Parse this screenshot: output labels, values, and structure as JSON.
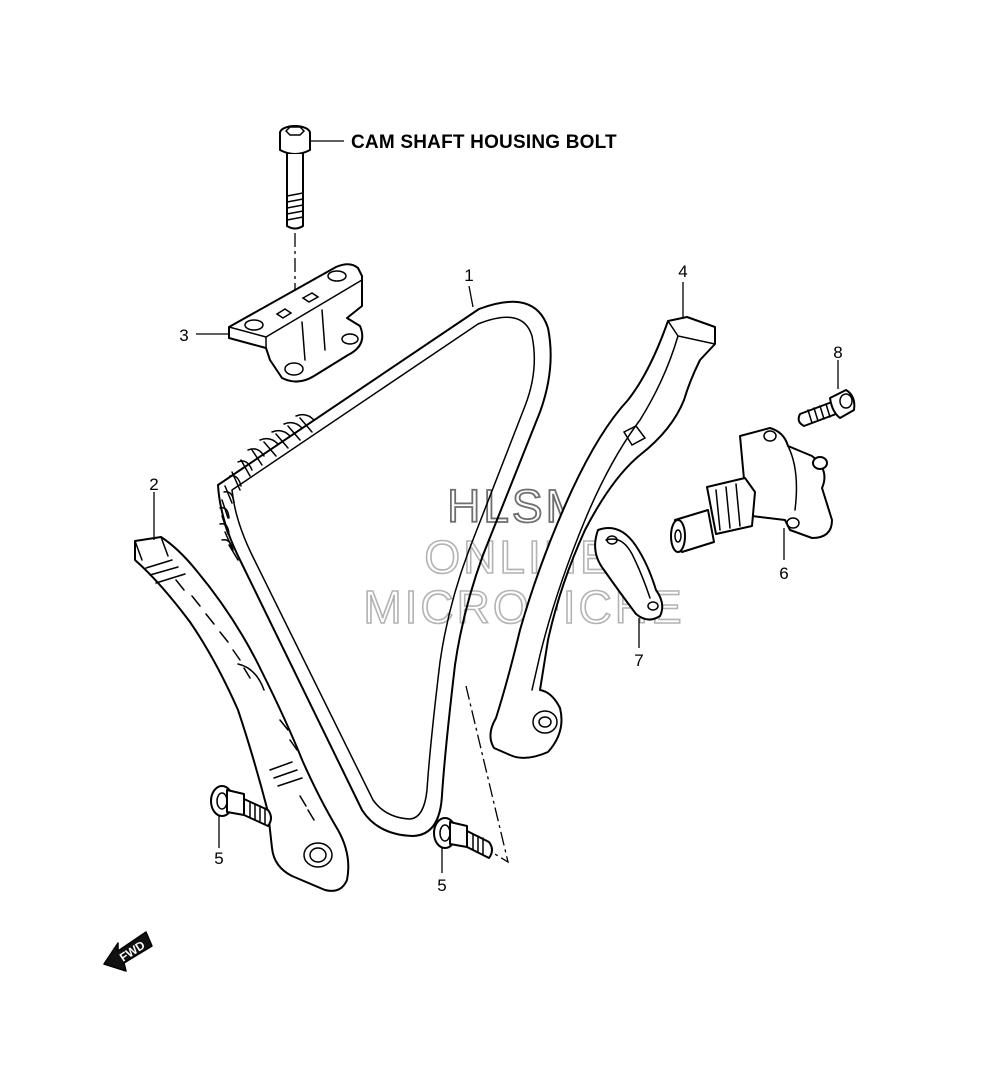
{
  "labels": {
    "bolt_note": "CAM SHAFT HOUSING BOLT"
  },
  "callouts": [
    {
      "id": "chain",
      "number": "1"
    },
    {
      "id": "chain-guide-rear",
      "number": "2"
    },
    {
      "id": "cam-housing-bracket",
      "number": "3"
    },
    {
      "id": "tensioner-guide",
      "number": "4"
    },
    {
      "id": "guide-bolt-left",
      "number": "5"
    },
    {
      "id": "guide-bolt-right",
      "number": "5"
    },
    {
      "id": "chain-tensioner",
      "number": "6"
    },
    {
      "id": "tensioner-gasket",
      "number": "7"
    },
    {
      "id": "tensioner-bolt",
      "number": "8"
    }
  ],
  "watermark": {
    "line1": "HLSM",
    "line2": "ONLINE",
    "line3": "MICROFICHE"
  },
  "fwd_marker": {
    "text": "FWD"
  }
}
